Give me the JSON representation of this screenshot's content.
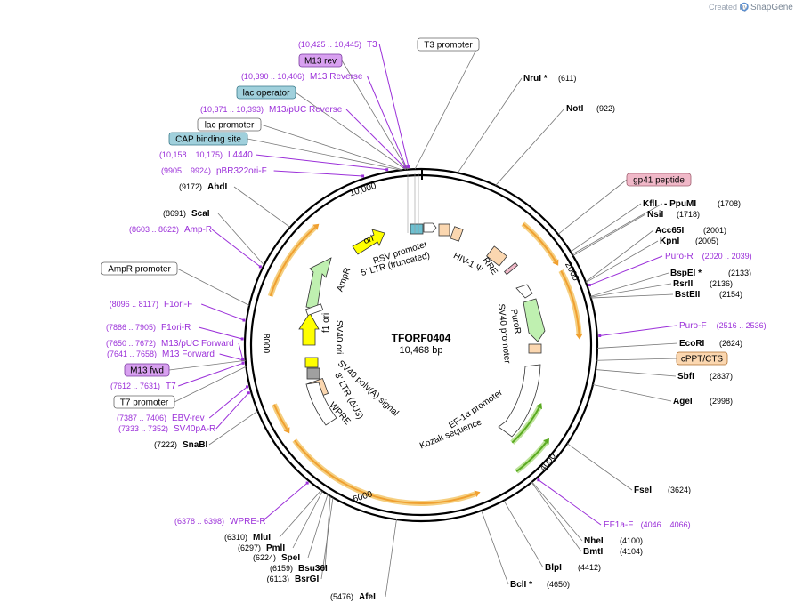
{
  "credit": {
    "prefix": "Created by",
    "brand": "SnapGene"
  },
  "center": {
    "title": "TFORF0404",
    "length": "10,468 bp"
  },
  "ticks": [
    "10,000",
    "2000",
    "4000",
    "6000",
    "8000"
  ],
  "enzymes": [
    {
      "name": "NruI *",
      "pos": "(611)"
    },
    {
      "name": "NotI",
      "pos": "(922)"
    },
    {
      "name": "KflI",
      "pos": ""
    },
    {
      "name": "- PpuMI",
      "pos": "(1708)"
    },
    {
      "name": "NsiI",
      "pos": "(1718)"
    },
    {
      "name": "Acc65I",
      "pos": "(2001)"
    },
    {
      "name": "KpnI",
      "pos": "(2005)"
    },
    {
      "name": "BspEI *",
      "pos": "(2133)"
    },
    {
      "name": "RsrII",
      "pos": "(2136)"
    },
    {
      "name": "BstEII",
      "pos": "(2154)"
    },
    {
      "name": "EcoRI",
      "pos": "(2624)"
    },
    {
      "name": "SbfI",
      "pos": "(2837)"
    },
    {
      "name": "AgeI",
      "pos": "(2998)"
    },
    {
      "name": "FseI",
      "pos": "(3624)"
    },
    {
      "name": "NheI",
      "pos": "(4100)"
    },
    {
      "name": "BmtI",
      "pos": "(4104)"
    },
    {
      "name": "BlpI",
      "pos": "(4412)"
    },
    {
      "name": "BclI *",
      "pos": "(4650)"
    },
    {
      "name": "AfeI",
      "pos": "(5476)"
    },
    {
      "name": "BsrGI",
      "pos": "(6113)"
    },
    {
      "name": "Bsu36I",
      "pos": "(6159)"
    },
    {
      "name": "SpeI",
      "pos": "(6224)"
    },
    {
      "name": "PmlI",
      "pos": "(6297)"
    },
    {
      "name": "MluI",
      "pos": "(6310)"
    },
    {
      "name": "SnaBI",
      "pos": "(7222)"
    },
    {
      "name": "ScaI",
      "pos": "(8691)"
    },
    {
      "name": "AhdI",
      "pos": "(9172)"
    }
  ],
  "primers": [
    {
      "name": "T3",
      "pos": "(10,425 .. 10,445)"
    },
    {
      "name": "M13 Reverse",
      "pos": "(10,390 .. 10,406)"
    },
    {
      "name": "M13/pUC Reverse",
      "pos": "(10,371 .. 10,393)"
    },
    {
      "name": "L4440",
      "pos": "(10,158 .. 10,175)"
    },
    {
      "name": "pBR322ori-F",
      "pos": "(9905 .. 9924)"
    },
    {
      "name": "Amp-R",
      "pos": "(8603 .. 8622)"
    },
    {
      "name": "F1ori-F",
      "pos": "(8096 .. 8117)"
    },
    {
      "name": "F1ori-R",
      "pos": "(7886 .. 7905)"
    },
    {
      "name": "M13/pUC Forward",
      "pos": "(7650 .. 7672)"
    },
    {
      "name": "M13 Forward",
      "pos": "(7641 .. 7658)"
    },
    {
      "name": "T7",
      "pos": "(7612 .. 7631)"
    },
    {
      "name": "EBV-rev",
      "pos": "(7387 .. 7406)"
    },
    {
      "name": "SV40pA-R",
      "pos": "(7333 .. 7352)"
    },
    {
      "name": "WPRE-R",
      "pos": "(6378 .. 6398)"
    },
    {
      "name": "Puro-R",
      "pos": "(2020 .. 2039)"
    },
    {
      "name": "Puro-F",
      "pos": "(2516 .. 2536)"
    },
    {
      "name": "EF1a-F",
      "pos": "(4046 .. 4066)"
    }
  ],
  "boxed": [
    {
      "name": "T3 promoter"
    },
    {
      "name": "M13 rev"
    },
    {
      "name": "lac operator"
    },
    {
      "name": "lac promoter"
    },
    {
      "name": "CAP binding site"
    },
    {
      "name": "gp41 peptide"
    },
    {
      "name": "cPPT/CTS"
    },
    {
      "name": "AmpR promoter"
    },
    {
      "name": "M13 fwd"
    },
    {
      "name": "T7 promoter"
    }
  ],
  "features": [
    "RSV promoter",
    "5' LTR (truncated)",
    "HIV-1 Ψ",
    "RRE",
    "PuroR",
    "SV40 promoter",
    "EF-1α promoter",
    "Kozak sequence",
    "WPRE",
    "3' LTR (ΔU3)",
    "SV40 poly(A) signal",
    "SV40 ori",
    "f1 ori",
    "AmpR",
    "ori"
  ],
  "colors": {
    "enzyme": "#000000",
    "primer": "#9b30d9",
    "orange": "#f0a030",
    "green": "#5aaa20",
    "yellow": "#ffff00",
    "lightgreen": "#bff0b0",
    "peach": "#fbd7b0"
  }
}
